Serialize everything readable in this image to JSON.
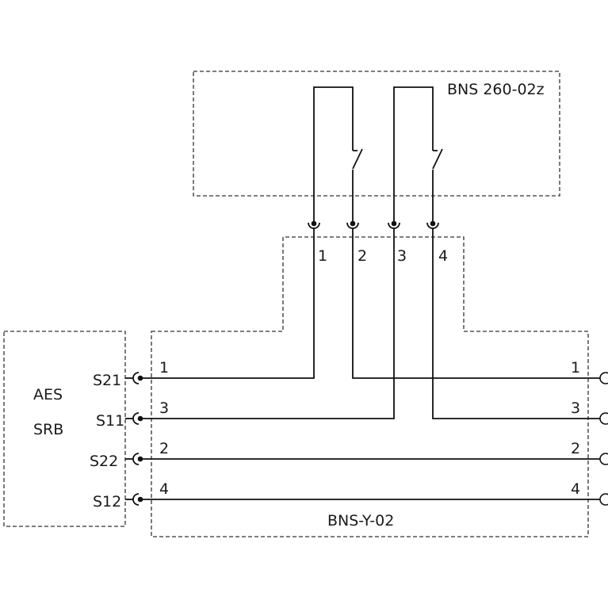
{
  "device_top": {
    "name": "BNS 260-02z"
  },
  "adapter": {
    "name": "BNS-Y-02"
  },
  "controller": {
    "line1": "AES",
    "line2": "SRB"
  },
  "connector_pins": [
    "1",
    "2",
    "3",
    "4"
  ],
  "left_terminals": [
    "S21",
    "S11",
    "S22",
    "S12"
  ],
  "left_wire_numbers": [
    "1",
    "3",
    "2",
    "4"
  ],
  "right_wire_numbers": [
    "1",
    "3",
    "2",
    "4"
  ],
  "colors": {
    "line": "#111111",
    "box": "#333333"
  }
}
